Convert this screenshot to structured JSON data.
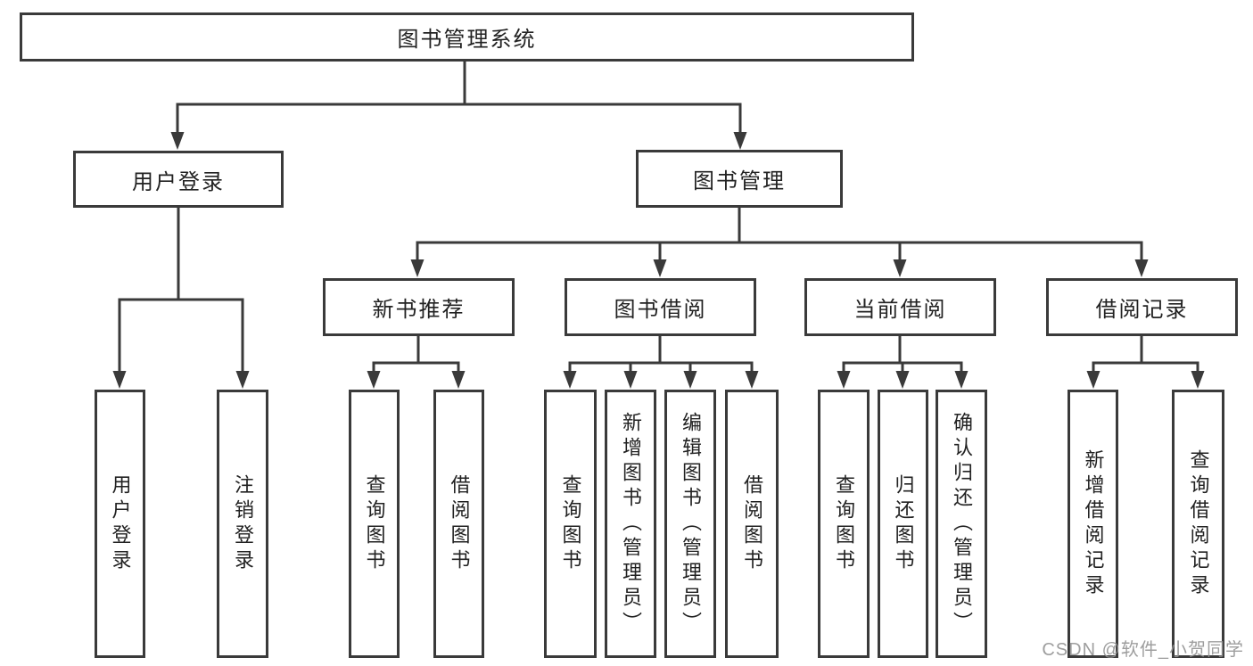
{
  "tree": {
    "label": "图书管理系统",
    "children": [
      {
        "label": "用户登录",
        "children": [
          {
            "label": "用户登录"
          },
          {
            "label": "注销登录"
          }
        ]
      },
      {
        "label": "图书管理",
        "children": [
          {
            "label": "新书推荐",
            "children": [
              {
                "label": "查询图书"
              },
              {
                "label": "借阅图书"
              }
            ]
          },
          {
            "label": "图书借阅",
            "children": [
              {
                "label": "查询图书"
              },
              {
                "label": "新增图书（管理员）"
              },
              {
                "label": "编辑图书（管理员）"
              },
              {
                "label": "借阅图书"
              }
            ]
          },
          {
            "label": "当前借阅",
            "children": [
              {
                "label": "查询图书"
              },
              {
                "label": "归还图书"
              },
              {
                "label": "确认归还（管理员）"
              }
            ]
          },
          {
            "label": "借阅记录",
            "children": [
              {
                "label": "新增借阅记录"
              },
              {
                "label": "查询借阅记录"
              }
            ]
          }
        ]
      }
    ]
  },
  "watermark": {
    "text": "CSDN @软件_小贺同学"
  },
  "colors": {
    "line": "#3a3a3a",
    "box_border": "#3a3a3a",
    "text": "#222222",
    "background": "#ffffff",
    "watermark": "#949494"
  }
}
